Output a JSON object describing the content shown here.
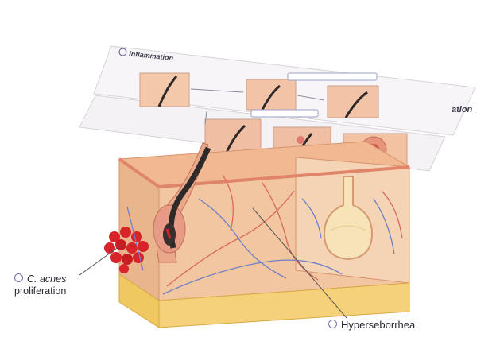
{
  "labels": {
    "inflammation": "Inflammation",
    "inflammation_right": "ation",
    "acnes_line1": "C. acnes",
    "acnes_line2": "proliferation",
    "hyperseborrhea": "Hyperseborrhea"
  },
  "colors": {
    "skin_face": "#f2c6a0",
    "skin_side": "#e9b58c",
    "fat_layer": "#f5d17a",
    "hair": "#2e2a2a",
    "bacteria": "#d8232a",
    "vessel_blue": "#6f7fc9",
    "vessel_red": "#d86a5a",
    "marker_purple": "#7b6fa8"
  }
}
